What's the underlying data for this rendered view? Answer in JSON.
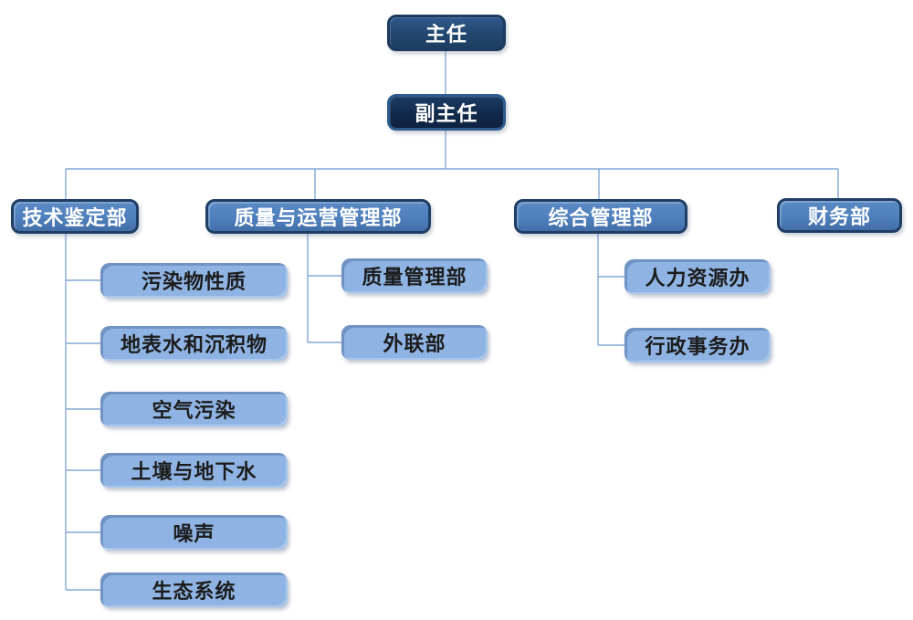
{
  "diagram": {
    "type": "org-chart",
    "background": "#ffffff"
  },
  "colors": {
    "level1_fill": "#22476E",
    "level1_border": "#1B3A5E",
    "level2_fill": "#12294A",
    "level2_border": "#2C5B8E",
    "level3_fill": "#4E80BD",
    "level3_border": "#1F3E66",
    "level4_fill": "#8FB4E3",
    "level4_bevel": "#7093C3",
    "connector": "#84A9D6",
    "text_light": "#FFFFFF",
    "text_dark": "#1C1C1C"
  },
  "org": {
    "director": {
      "label": "主任"
    },
    "deputy": {
      "label": "副主任"
    },
    "departments": [
      {
        "label": "技术鉴定部",
        "children": [
          "污染物性质",
          "地表水和沉积物",
          "空气污染",
          "土壤与地下水",
          "噪声",
          "生态系统"
        ]
      },
      {
        "label": "质量与运营管理部",
        "children": [
          "质量管理部",
          "外联部"
        ]
      },
      {
        "label": "综合管理部",
        "children": [
          "人力资源办",
          "行政事务办"
        ]
      },
      {
        "label": "财务部",
        "children": []
      }
    ]
  }
}
